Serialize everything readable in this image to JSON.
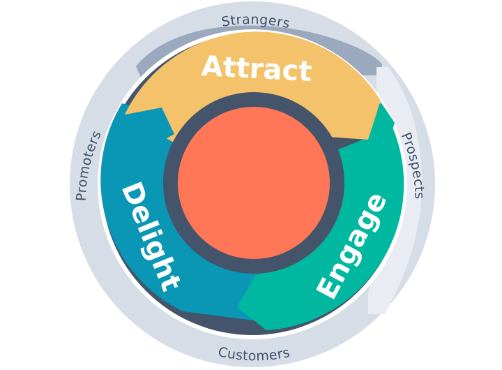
{
  "outer_ring": {
    "top": "Strangers",
    "right": "Prospects",
    "bottom": "Customers",
    "left": "Promoters"
  },
  "stages": {
    "attract": "Attract",
    "engage": "Engage",
    "delight": "Delight"
  },
  "colors": {
    "outer_ring": "#d7dde6",
    "outer_ring_tab": "#9aa9be",
    "outer_ring_tab_light": "#e9edf3",
    "hub_ring": "#44546a",
    "attract": "#f4c26a",
    "engage": "#00b89f",
    "delight": "#0a97b5",
    "core": "#ff7757",
    "label_text": "#3d4f68"
  }
}
